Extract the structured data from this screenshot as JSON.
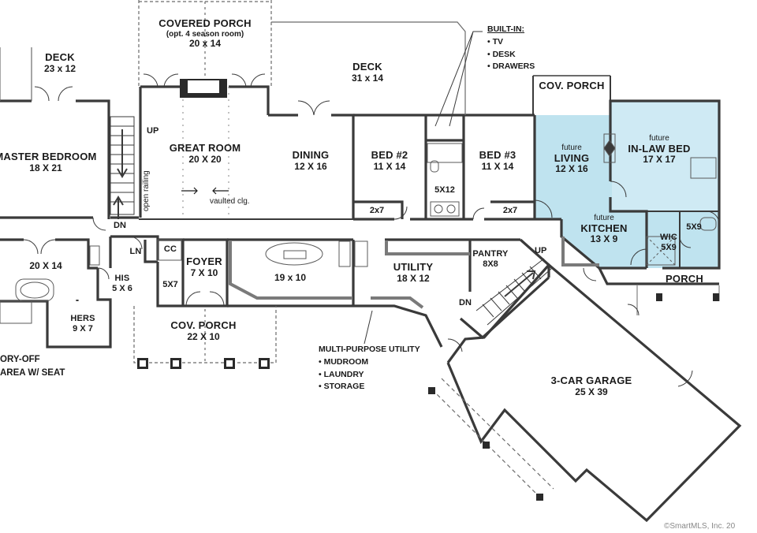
{
  "rooms": {
    "covered_porch": {
      "name": "COVERED PORCH",
      "note": "(opt. 4 season room)",
      "size": "20 x 14"
    },
    "deck_left": {
      "name": "DECK",
      "size": "23 x 12"
    },
    "deck_right": {
      "name": "DECK",
      "size": "31 x 14"
    },
    "cov_porch_top": {
      "name": "COV. PORCH"
    },
    "master_bedroom": {
      "name": "MASTER BEDROOM",
      "size": "18 X 21"
    },
    "great_room": {
      "name": "GREAT ROOM",
      "size": "20 X 20"
    },
    "dining": {
      "name": "DINING",
      "size": "12 X 16"
    },
    "bed2": {
      "name": "BED #2",
      "size": "11 X 14"
    },
    "bed3": {
      "name": "BED #3",
      "size": "11 X 14"
    },
    "bath_5x12": {
      "size": "5X12"
    },
    "closet_bed2": {
      "size": "2x7"
    },
    "closet_bed3": {
      "size": "2x7"
    },
    "living": {
      "prefix": "future",
      "name": "LIVING",
      "size": "12 X 16"
    },
    "inlaw_bed": {
      "prefix": "future",
      "name": "IN-LAW BED",
      "size": "17 X 17"
    },
    "kitchen": {
      "prefix": "future",
      "name": "KITCHEN",
      "size": "13 X 9"
    },
    "wic": {
      "name": "WIC",
      "size": "5X9"
    },
    "bath_5x9": {
      "size": "5X9"
    },
    "porch_right": {
      "name": "PORCH"
    },
    "master_bath": {
      "size": "20 X 14"
    },
    "his": {
      "name": "HIS",
      "size": "5 X 6"
    },
    "hers": {
      "name": "HERS",
      "size": "9 X 7"
    },
    "ln": {
      "name": "LN"
    },
    "cc": {
      "name": "CC"
    },
    "foyer": {
      "name": "FOYER",
      "size": "7 X 10"
    },
    "powder": {
      "size": "5X7"
    },
    "kitchen_main": {
      "size": "19 x 10"
    },
    "utility": {
      "name": "UTILITY",
      "size": "18 X 12"
    },
    "pantry": {
      "name": "PANTRY",
      "size": "8X8"
    },
    "cov_porch_front": {
      "name": "COV. PORCH",
      "size": "22 X 10"
    },
    "garage": {
      "name": "3-CAR GARAGE",
      "size": "25 X 39"
    }
  },
  "notes": {
    "built_in_title": "BUILT-IN:",
    "built_in_items": [
      "• TV",
      "• DESK",
      "• DRAWERS"
    ],
    "multi_title": "MULTI-PURPOSE UTILITY",
    "multi_items": [
      "• MUDROOM",
      "• LAUNDRY",
      "• STORAGE"
    ],
    "dropoff_line1": "ORY-OFF",
    "dropoff_line2": "AREA W/ SEAT",
    "open_railing": "open railing",
    "vaulted": "vaulted clg.",
    "stair_left_up": "UP",
    "stair_left_dn": "DN",
    "stair_right_up": "UP",
    "stair_right_dn": "DN",
    "copyright": "©SmartMLS, Inc. 20"
  },
  "colors": {
    "wall": "#3a3a3a",
    "inlaw_fill": "#bfe3ef",
    "inlaw_fill_light": "#d6eef6"
  }
}
